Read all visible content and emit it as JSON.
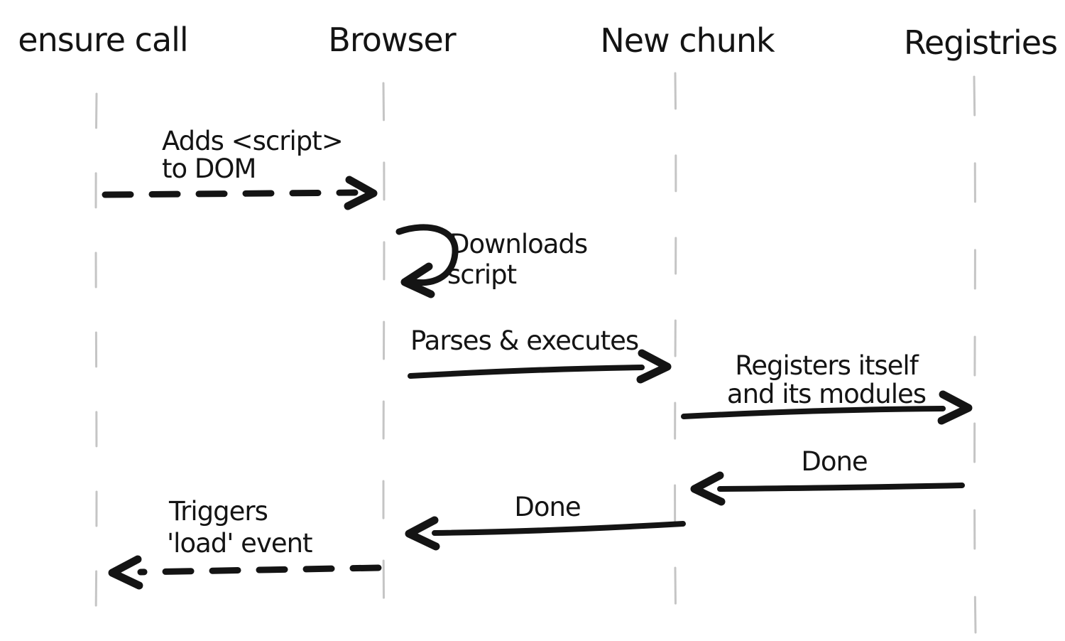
{
  "diagram": {
    "type": "sequence",
    "background": "#ffffff",
    "ink": "#141414",
    "lifeline_color": "#c5c5c5",
    "actors": [
      {
        "label": "ensure call"
      },
      {
        "label": "Browser"
      },
      {
        "label": "New chunk"
      },
      {
        "label": "Registries"
      }
    ],
    "messages": [
      {
        "from": "ensure call",
        "to": "Browser",
        "style": "dashed",
        "line1": "Adds <script>",
        "line2": "to DOM"
      },
      {
        "from": "Browser",
        "to": "Browser",
        "style": "self-loop",
        "line1": "Downloads",
        "line2": "script"
      },
      {
        "from": "Browser",
        "to": "New chunk",
        "style": "solid",
        "line1": "Parses & executes"
      },
      {
        "from": "New chunk",
        "to": "Registries",
        "style": "solid",
        "line1": "Registers itself",
        "line2": "and its modules"
      },
      {
        "from": "Registries",
        "to": "New chunk",
        "style": "solid",
        "line1": "Done"
      },
      {
        "from": "New chunk",
        "to": "Browser",
        "style": "solid",
        "line1": "Done"
      },
      {
        "from": "Browser",
        "to": "ensure call",
        "style": "dashed",
        "line1": "Triggers",
        "line2": "'load' event"
      }
    ]
  }
}
